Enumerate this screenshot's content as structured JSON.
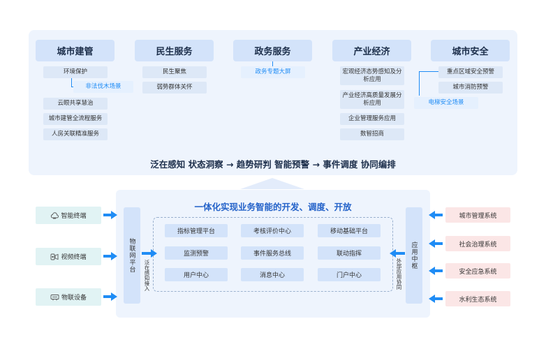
{
  "categories": [
    {
      "title": "城市建管"
    },
    {
      "title": "民生服务"
    },
    {
      "title": "政务服务"
    },
    {
      "title": "产业经济"
    },
    {
      "title": "城市安全"
    }
  ],
  "items": {
    "urban": [
      "环境保护",
      "非法伐木场景",
      "云眼共享慧治",
      "城市建管全流程服务",
      "人房关联精准服务"
    ],
    "livelihood": [
      "民生聚焦",
      "弱势群体关怀"
    ],
    "gov": [
      "政务专题大屏"
    ],
    "industry": [
      "宏观经济态势感知及分析应用",
      "产业经济高质量发展分析应用",
      "企业管理服务应用",
      "数智招商"
    ],
    "safety": [
      "重点区域安全预警",
      "城市消防预警",
      "电梯安全场景"
    ]
  },
  "flow_text": "泛在感知 状态洞察 → 趋势研判 智能预警 → 事件调度 协同编排",
  "platform": {
    "title": "一体化实现业务智能的开发、调度、开放",
    "modules": [
      "指标管理平台",
      "考核评价中心",
      "移动基础平台",
      "监测预警",
      "事件服务总线",
      "联动指挥",
      "用户中心",
      "消息中心",
      "门户中心"
    ],
    "iot_platform": "物联网平台",
    "app_hub": "应用中枢",
    "left_label": "泛在感知接入",
    "right_label": "外部应用协同"
  },
  "devices": [
    {
      "label": "智能终端",
      "icon": "cloud-device-icon"
    },
    {
      "label": "视频终端",
      "icon": "video-terminal-icon"
    },
    {
      "label": "物联设备",
      "icon": "iot-device-icon"
    }
  ],
  "systems": [
    "城市管理系统",
    "社会治理系统",
    "安全应急系统",
    "水利生态系统"
  ],
  "colors": {
    "accent": "#1f8cf5",
    "panel_bg": "#eef4fd",
    "header_bg": "#d3e3fa",
    "device_bg": "#e1f3f4",
    "system_bg": "#fbe6e6",
    "title_blue": "#2563c9"
  }
}
